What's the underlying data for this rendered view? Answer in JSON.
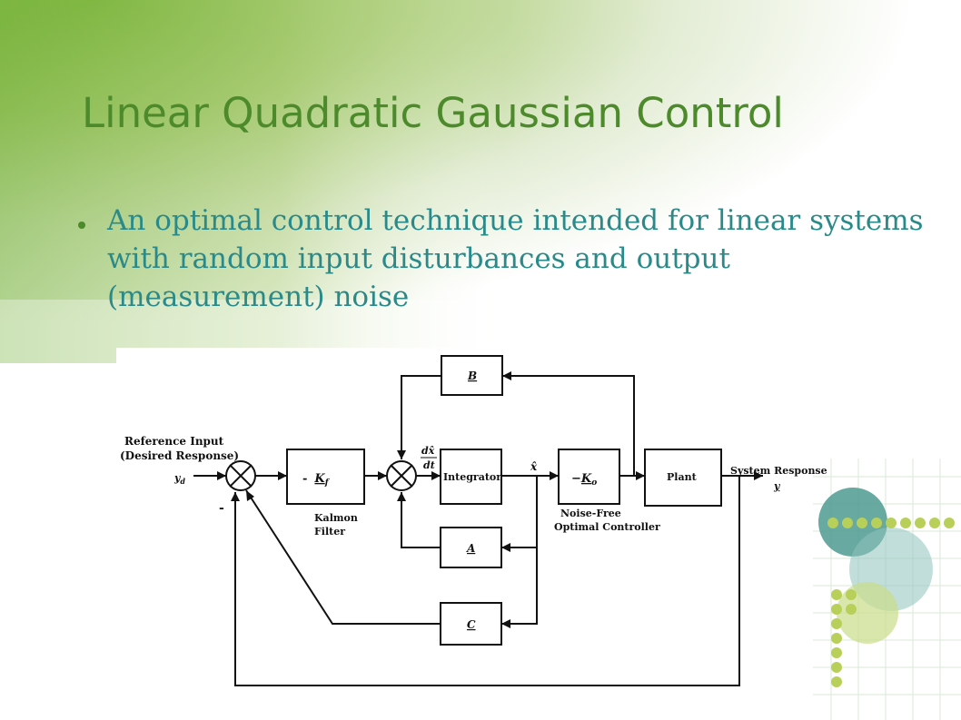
{
  "slide": {
    "title": "Linear Quadratic Gaussian Control",
    "bullet": "An optimal control technique intended for linear systems with random input disturbances and output (measurement) noise"
  },
  "diagram": {
    "reference_input": "Reference Input",
    "desired_response": "(Desired Response)",
    "yd": "y",
    "yd_sub": "d",
    "minus_sign": "-",
    "kalman_gain": "K",
    "kalman_gain_sub": "f",
    "kalman_gain_sign": "-",
    "kalman_label_1": "Kalmon",
    "kalman_label_2": "Filter",
    "deriv_num": "dx̂",
    "deriv_den": "dt",
    "integrator": "Integrator",
    "state_est": "x̂",
    "controller_gain": "K",
    "controller_gain_sub": "o",
    "controller_sign": "−",
    "controller_label_1": "Noise-Free",
    "controller_label_2": "Optimal Controller",
    "plant": "Plant",
    "system_response": "System Response",
    "y_out": "y",
    "b_block": "B",
    "a_block": "A",
    "c_block": "C"
  },
  "colors": {
    "title": "#4d8a2c",
    "bullet_text": "#2a8a8a",
    "accent_green": "#b8cf5a",
    "accent_teal": "#4e9a90"
  }
}
